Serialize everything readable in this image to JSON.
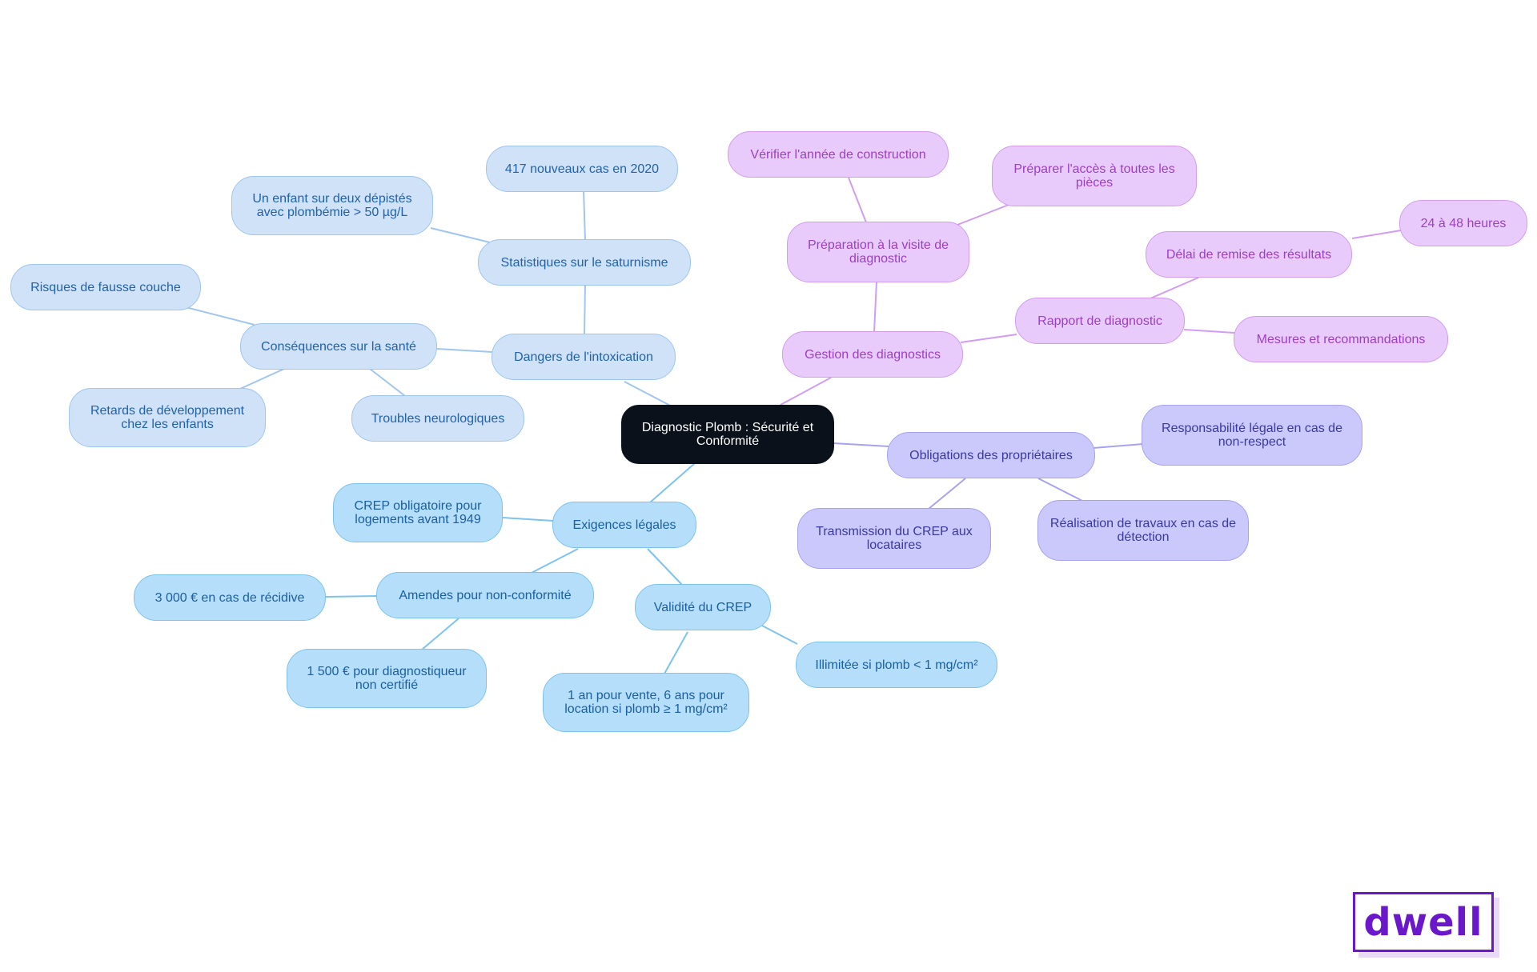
{
  "mindmap": {
    "root": "Diagnostic Plomb : Sécurité et Conformité",
    "colors": {
      "root": "#0b111a",
      "dangers_branch": "#9fc6f0",
      "legal_branch": "#7cc3ef",
      "management_branch": "#d19cf2",
      "owners_branch": "#a7a2f0"
    },
    "nodes": {
      "dangers": "Dangers de l'intoxication",
      "statistics": "Statistiques sur le saturnisme",
      "new_cases": "417 nouveaux cas en 2020",
      "child_screening": "Un enfant sur deux dépistés avec plombémie > 50 µg/L",
      "health_consequences": "Conséquences sur la santé",
      "miscarriage": "Risques de fausse couche",
      "development_delays": "Retards de développement chez les enfants",
      "neuro_disorders": "Troubles neurologiques",
      "legal_requirements": "Exigences légales",
      "crep_mandatory": "CREP obligatoire pour logements avant 1949",
      "fines": "Amendes pour non-conformité",
      "fine_repeat": "3 000 € en cas de récidive",
      "fine_uncertified": "1 500 € pour diagnostiqueur non certifié",
      "crep_validity": "Validité du CREP",
      "validity_sale_rent": "1 an pour vente, 6 ans pour location si plomb ≥ 1 mg/cm²",
      "validity_unlimited": "Illimitée si plomb < 1 mg/cm²",
      "diagnostics_management": "Gestion des diagnostics",
      "visit_preparation": "Préparation à la visite de diagnostic",
      "check_year": "Vérifier l'année de construction",
      "prepare_access": "Préparer l'accès à toutes les pièces",
      "diagnostic_report": "Rapport de diagnostic",
      "result_delay": "Délai de remise des résultats",
      "delay_hours": "24 à 48 heures",
      "measures": "Mesures et recommandations",
      "owner_obligations": "Obligations des propriétaires",
      "legal_liability": "Responsabilité légale en cas de non-respect",
      "crep_to_tenants": "Transmission du CREP aux locataires",
      "works_on_detection": "Réalisation de travaux en cas de détection"
    }
  },
  "brand": {
    "logo_text": "dwell",
    "color": "#6a18c9"
  }
}
